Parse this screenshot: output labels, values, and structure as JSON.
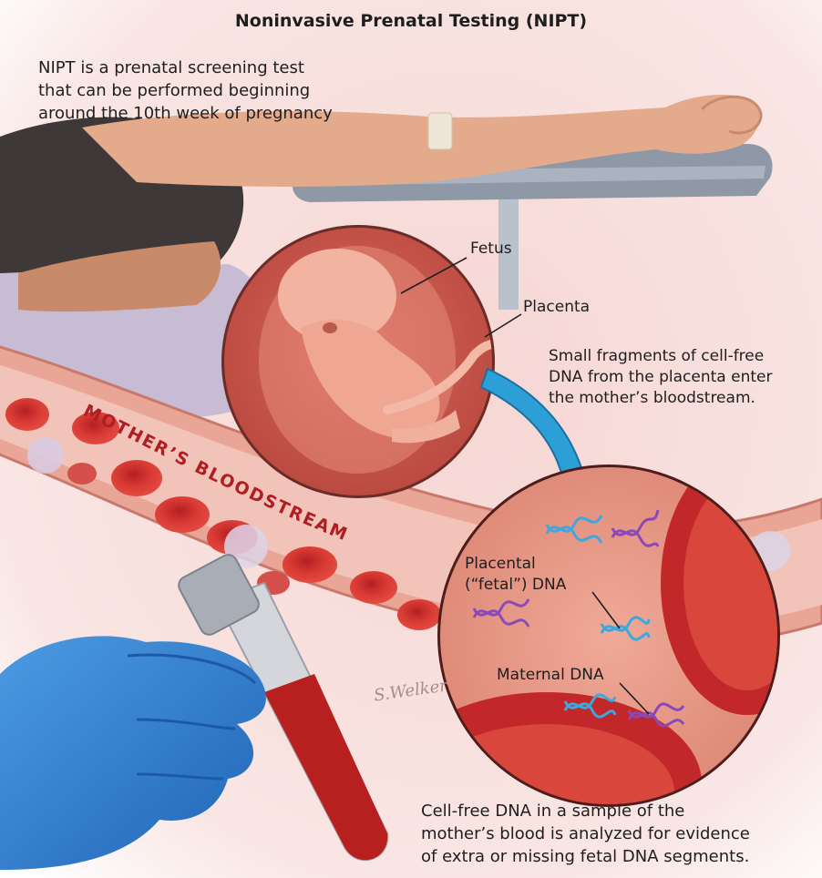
{
  "title": "Noninvasive Prenatal Testing (NIPT)",
  "intro": "NIPT is a prenatal screening test\nthat can be performed beginning\naround the 10th week of pregnancy",
  "labels": {
    "fetus": "Fetus",
    "placenta": "Placenta",
    "fragments": "Small fragments of cell-free\nDNA from the placenta enter\nthe mother’s bloodstream.",
    "bloodstream": "MOTHER’S BLOODSTREAM",
    "placental_dna": "Placental\n(“fetal”) DNA",
    "maternal_dna": "Maternal DNA",
    "analysis": "Cell-free DNA in a sample of the\nmother’s blood is analyzed for evidence\nof extra or missing fetal DNA segments.",
    "signature": "S.Welker"
  },
  "colors": {
    "background": "#f7e3e1",
    "vessel": "#e8a392",
    "blood_cell": "#cf2a2a",
    "arrow": "#2b9fd6",
    "fetal_dna": "#3aa9dd",
    "maternal_dna": "#8a49b8",
    "glove": "#2f7fd1"
  }
}
